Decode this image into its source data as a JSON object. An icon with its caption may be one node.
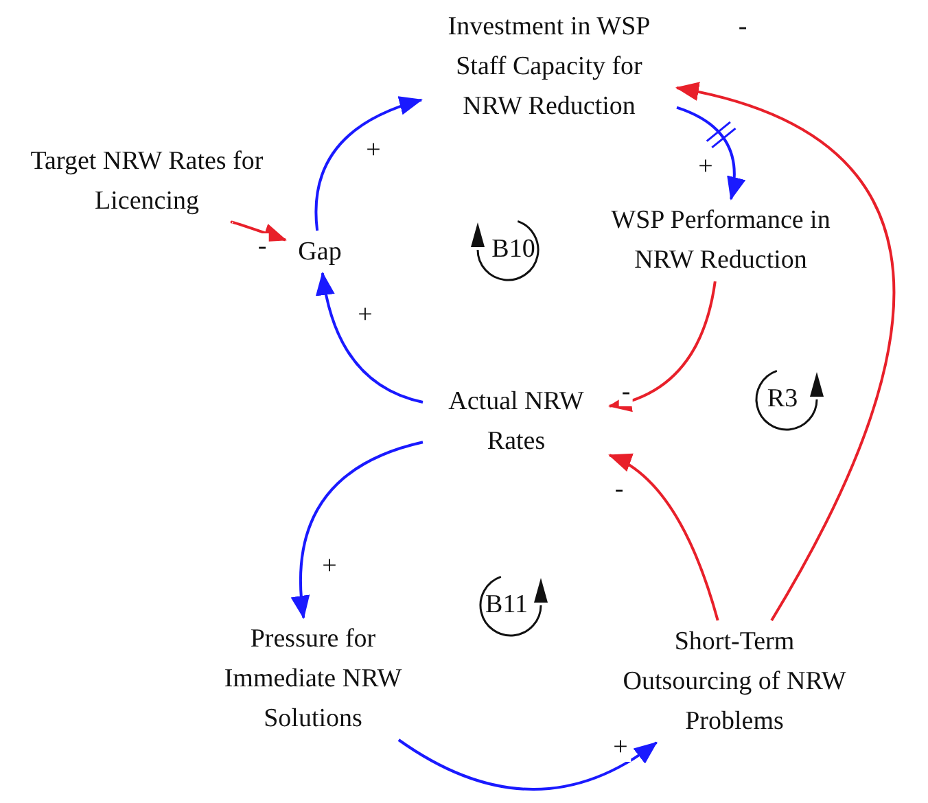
{
  "diagram": {
    "nodes": [
      {
        "text": [
          "Investment in WSP Staff Capacity for NRW Reduction"
        ]
      },
      {
        "text": [
          "Target NRW Rates for Licencing"
        ]
      },
      {
        "text": [
          "Gap"
        ]
      },
      {
        "text": [
          "WSP Performance in NRW Reduction"
        ]
      },
      {
        "text": [
          "Actual NRW Rates"
        ]
      },
      {
        "text": [
          "Pressure for Immediate NRW Solutions"
        ]
      },
      {
        "text": [
          "Short-Term Outsourcing of NRW Problems"
        ]
      }
    ],
    "edges": [
      {
        "from": 1,
        "to": 2,
        "arrow": "to",
        "label": "-",
        "color": "#e8202a"
      },
      {
        "from": 2,
        "to": 0,
        "arrow": "to",
        "label": "+"
      },
      {
        "from": 0,
        "to": 3,
        "arrow": "to",
        "label": "+"
      },
      {
        "from": 3,
        "to": 4,
        "arrow": "to",
        "label": "-",
        "color": "#e8202a"
      },
      {
        "from": 4,
        "to": 2,
        "arrow": "to",
        "label": "+"
      },
      {
        "from": 4,
        "to": 5,
        "arrow": "to",
        "label": "+"
      },
      {
        "from": 5,
        "to": 6,
        "arrow": "to",
        "label": "+"
      },
      {
        "from": 6,
        "to": 4,
        "arrow": "to",
        "label": "-",
        "color": "#e8202a"
      },
      {
        "from": 6,
        "to": 0,
        "arrow": "to",
        "label": "-",
        "color": "#e8202a"
      }
    ],
    "labels": [
      "B10",
      "R3",
      "B11"
    ]
  }
}
